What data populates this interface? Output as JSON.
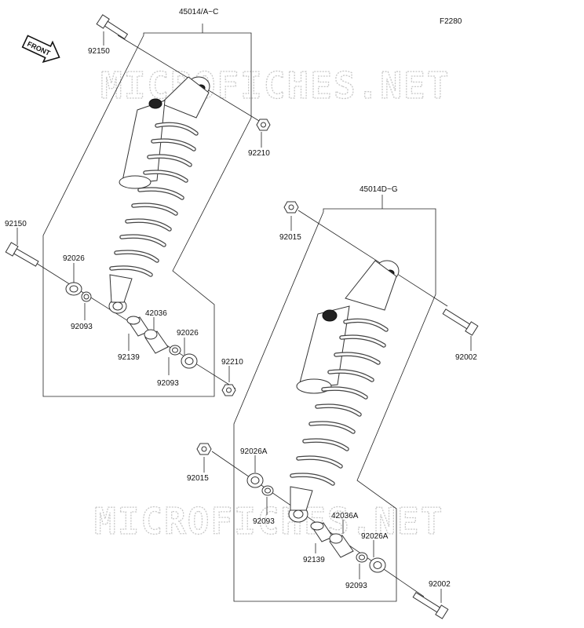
{
  "figure_ref": "F2280",
  "front_label": "FRONT",
  "watermarks": [
    "MICROFICHES.NET",
    "MICROFICHES.NET"
  ],
  "assemblies": {
    "rear_upper": "45014/A~C",
    "rear_lower": "45014D~G"
  },
  "parts": {
    "p92150_a": "92150",
    "p92150_b": "92150",
    "p92210_a": "92210",
    "p92210_b": "92210",
    "p92026_a": "92026",
    "p92026_b": "92026",
    "p92093_a": "92093",
    "p92093_b": "92093",
    "p42036": "42036",
    "p92139_a": "92139",
    "p92015_a": "92015",
    "p92015_b": "92015",
    "p92002_a": "92002",
    "p92002_b": "92002",
    "p92026A_a": "92026A",
    "p92026A_b": "92026A",
    "p92093_c": "92093",
    "p92093_d": "92093",
    "p42036A": "42036A",
    "p92139_b": "92139"
  }
}
